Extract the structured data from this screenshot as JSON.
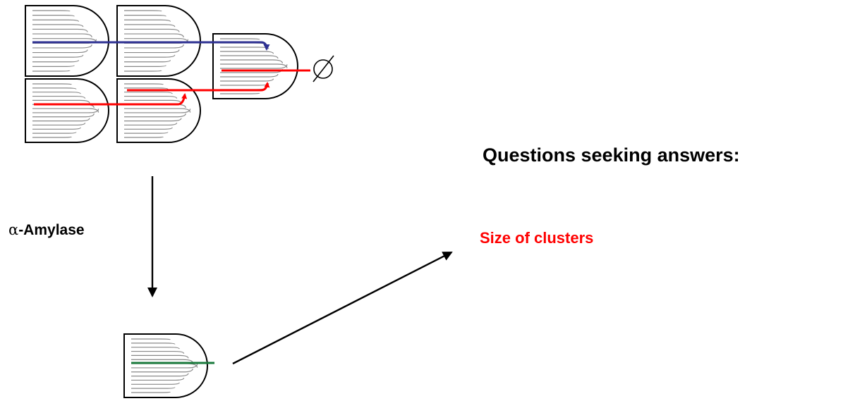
{
  "labels": {
    "heading": "Questions seeking answers:",
    "cluster_size": "Size of clusters",
    "enzyme_greek": "α",
    "enzyme_name": "-Amylase",
    "empty_set": "∅"
  },
  "colors": {
    "outline": "#000000",
    "chain": "#888888",
    "blue_path": "#2e3192",
    "red_path": "#ff0000",
    "green_path": "#1a7a3c",
    "cluster_size_text": "#ff0000"
  }
}
